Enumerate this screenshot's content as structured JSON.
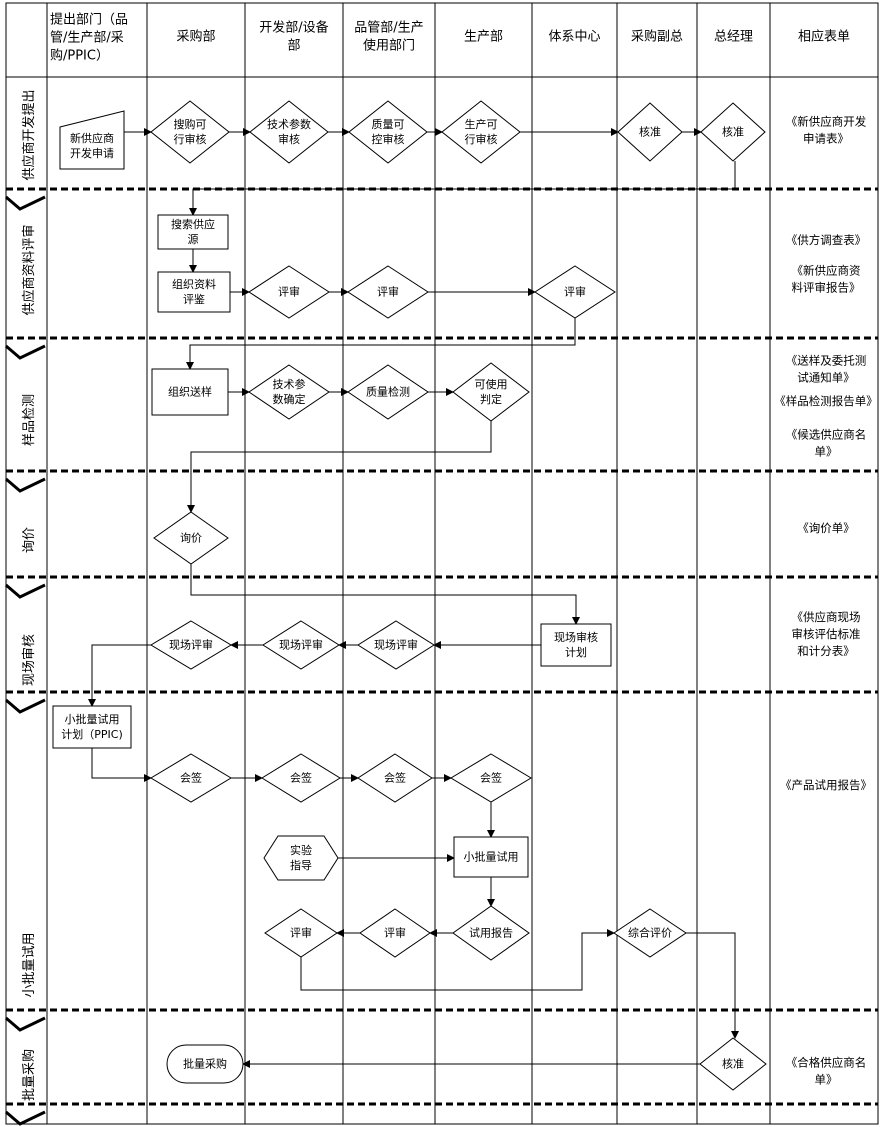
{
  "columns": [
    [
      "提出部门（品",
      "管/生产部/采",
      "购/PPIC）"
    ],
    [
      "采购部"
    ],
    [
      "开发部/设备",
      "部"
    ],
    [
      "品管部/生产",
      "使用部门"
    ],
    [
      "生产部"
    ],
    [
      "体系中心"
    ],
    [
      "采购副总"
    ],
    [
      "总经理"
    ],
    [
      "相应表单"
    ]
  ],
  "phases": [
    "供应商开发提出",
    "供应商资料评审",
    "样品检测",
    "询价",
    "现场审核",
    "小批量试用",
    "批量采购"
  ],
  "nodes": {
    "n_apply": [
      "新供应商",
      "开发申请"
    ],
    "n_feas1": [
      "搜购可",
      "行审核"
    ],
    "n_tech1": [
      "技术参数",
      "审核"
    ],
    "n_qc1": [
      "质量可",
      "控审核"
    ],
    "n_prod1": [
      "生产可",
      "行审核"
    ],
    "n_vp1": [
      "核准"
    ],
    "n_gm1": [
      "核准"
    ],
    "n_search": [
      "搜索供应",
      "源"
    ],
    "n_org": [
      "组织资料",
      "评鉴"
    ],
    "n_rev_dev": [
      "评审"
    ],
    "n_rev_qc": [
      "评审"
    ],
    "n_rev_sys": [
      "评审"
    ],
    "n_send": [
      "组织送样"
    ],
    "n_tech2": [
      "技术参",
      "数确定"
    ],
    "n_qtest": [
      "质量检测"
    ],
    "n_usable": [
      "可使用",
      "判定"
    ],
    "n_inquiry": [
      "询价"
    ],
    "n_audit_plan": [
      "现场审核",
      "计划"
    ],
    "n_audit_qc": [
      "现场评审"
    ],
    "n_audit_dev": [
      "现场评审"
    ],
    "n_audit_pur": [
      "现场评审"
    ],
    "n_trial_plan": [
      "小批量试用",
      "计划（PPIC)"
    ],
    "n_sign_pur": [
      "会签"
    ],
    "n_sign_dev": [
      "会签"
    ],
    "n_sign_qc": [
      "会签"
    ],
    "n_sign_prod": [
      "会签"
    ],
    "n_guide": [
      "实验",
      "指导"
    ],
    "n_trial": [
      "小批量试用"
    ],
    "n_report": [
      "试用报告"
    ],
    "n_rev2_qc": [
      "评审"
    ],
    "n_rev2_dev": [
      "评审"
    ],
    "n_eval": [
      "综合评价"
    ],
    "n_gm_final": [
      "核准"
    ],
    "n_mass": [
      "批量采购"
    ]
  },
  "forms": [
    [
      "《新供应商开发",
      "申请表》"
    ],
    [
      "《供方调查表》"
    ],
    [
      "《新供应商资",
      "料评审报告》"
    ],
    [
      "《送样及委托测",
      "试通知单》"
    ],
    [
      "《样品检测报告单》"
    ],
    [
      "《候选供应商名",
      "单》"
    ],
    [
      "《询价单》"
    ],
    [
      "《供应商现场",
      "审核评估标准",
      "和计分表》"
    ],
    [
      "《产品试用报告》"
    ],
    [
      "《合格供应商名",
      "单》"
    ]
  ],
  "colors": {
    "line": "#000000",
    "text": "#000000",
    "background": "#ffffff",
    "node_fill": "#ffffff"
  }
}
